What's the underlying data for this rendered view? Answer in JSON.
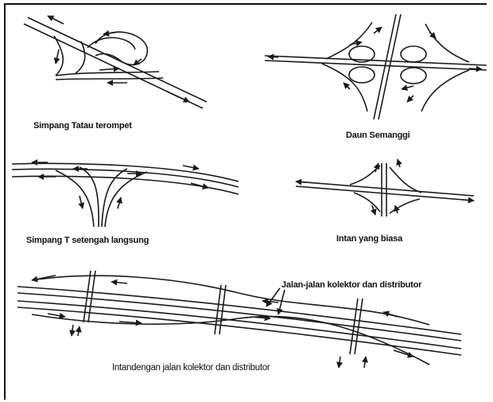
{
  "diagrams": [
    {
      "key": "trumpet",
      "label": "Simpang  Tatau terompet"
    },
    {
      "key": "cloverleaf",
      "label": "Daun Semanggi"
    },
    {
      "key": "half_directional_t",
      "label": "Simpang T setengah langsung"
    },
    {
      "key": "ordinary_diamond",
      "label": "Intan yang biasa"
    },
    {
      "key": "collector_distributor",
      "label": "Jalan-jalan  kolektor dan distributor"
    },
    {
      "key": "diamond_with_cd",
      "label": "Intandengan jalan kolektor dan distributor"
    }
  ],
  "colors": {
    "line": "#1a1a1a",
    "background": "#ffffff"
  }
}
